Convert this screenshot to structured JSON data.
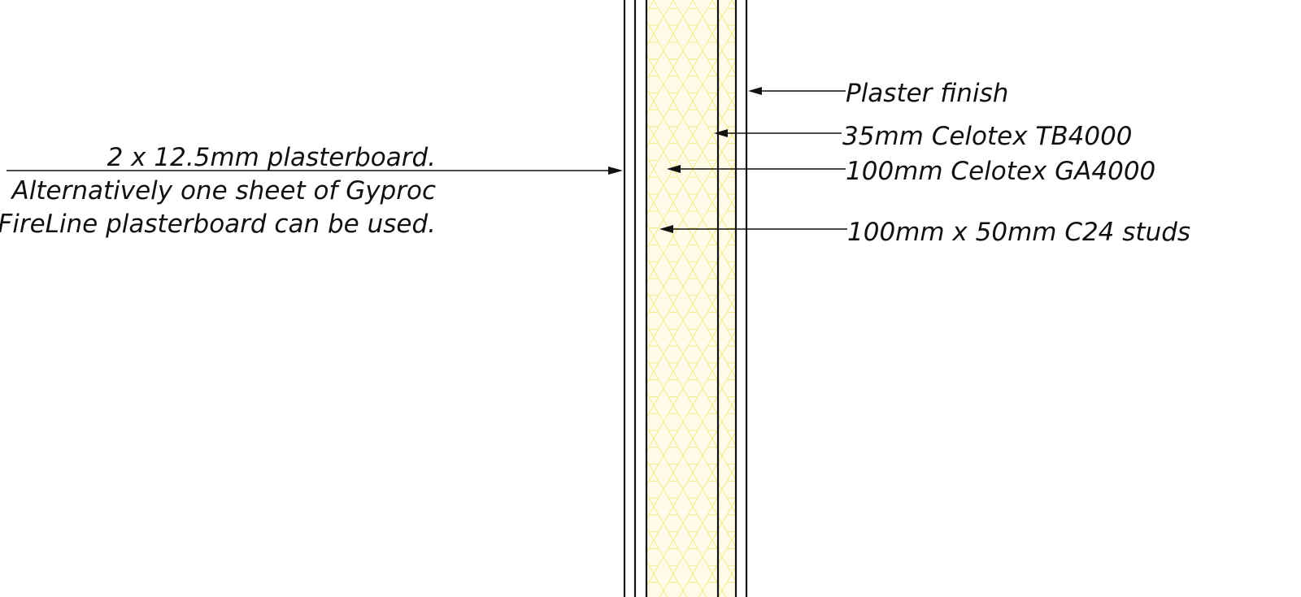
{
  "colors": {
    "ink": "#111111",
    "insulation_fill": "#fffbe8",
    "insulation_hatch": "#f3ea8a",
    "background": "#ffffff"
  },
  "annotations": {
    "left": {
      "line1": "2 x 12.5mm plasterboard.",
      "line2": "Alternatively one sheet of Gyproc",
      "line3": "FireLine plasterboard can be used."
    },
    "right": [
      {
        "text": "Plaster finish"
      },
      {
        "text": "35mm Celotex TB4000"
      },
      {
        "text": "100mm Celotex GA4000"
      },
      {
        "text": "100mm x 50mm C24 studs"
      }
    ]
  }
}
